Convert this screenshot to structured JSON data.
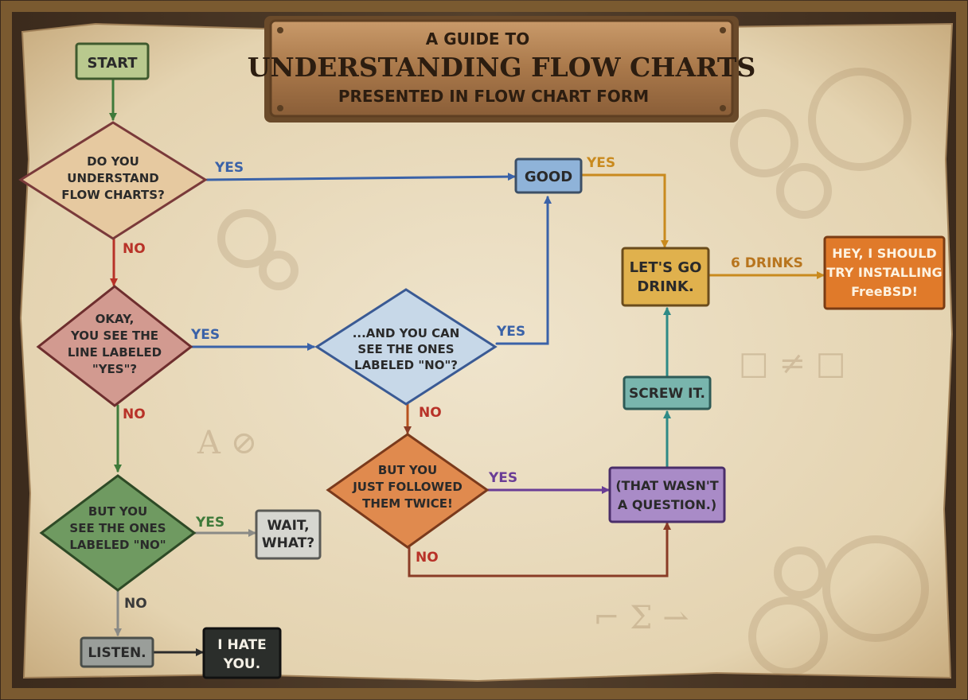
{
  "plaque": {
    "line1": "A GUIDE TO",
    "line2": "UNDERSTANDING FLOW CHARTS",
    "line3": "PRESENTED IN FLOW CHART FORM"
  },
  "nodes": {
    "start": [
      "START"
    ],
    "q_understand": [
      "DO YOU",
      "UNDERSTAND",
      "FLOW CHARTS?"
    ],
    "good": [
      "GOOD"
    ],
    "lets_go_drink": [
      "LET'S GO",
      "DRINK."
    ],
    "freebsd": [
      "HEY, I SHOULD",
      "TRY INSTALLING",
      "FreeBSD!"
    ],
    "q_see_yes": [
      "OKAY,",
      "YOU SEE THE",
      "LINE LABELED",
      "\"YES\"?"
    ],
    "q_see_no": [
      "...AND YOU CAN",
      "SEE THE ONES",
      "LABELED \"NO\"?"
    ],
    "screw_it": [
      "SCREW IT."
    ],
    "q_followed": [
      "BUT YOU",
      "JUST FOLLOWED",
      "THEM TWICE!"
    ],
    "not_question": [
      "(THAT WASN'T",
      "A QUESTION.)"
    ],
    "q_see_no_2": [
      "BUT YOU",
      "SEE THE ONES",
      "LABELED \"NO\""
    ],
    "wait_what": [
      "WAIT,",
      "WHAT?"
    ],
    "listen": [
      "LISTEN."
    ],
    "hate_you": [
      "I HATE",
      "YOU."
    ]
  },
  "edges": {
    "understand_good": "YES",
    "understand_see_yes": "NO",
    "good_drink": "YES",
    "drink_freebsd": "6 DRINKS",
    "see_yes_see_no": "YES",
    "see_yes_see_no2": "NO",
    "see_no_good": "YES",
    "see_no_followed": "NO",
    "followed_question": "YES",
    "followed_question_no": "NO",
    "see_no2_wait": "YES",
    "see_no2_listen": "NO"
  },
  "colors": {
    "paper": "#e9dcc0",
    "plaque": "#a97a4e",
    "start": "#b9c98e",
    "understand": "#e6c9a0",
    "good": "#8fb3d9",
    "drink": "#e0b14d",
    "freebsd": "#e07a2a",
    "see_yes": "#d29a90",
    "see_no": "#c7d8e8",
    "screw": "#79b5ad",
    "followed": "#e08a4e",
    "question": "#a98bc7",
    "see_no_2": "#6f9a61",
    "wait": "#d6d6d0",
    "listen": "#9a9e9a",
    "hate": "#2b2e2b"
  }
}
